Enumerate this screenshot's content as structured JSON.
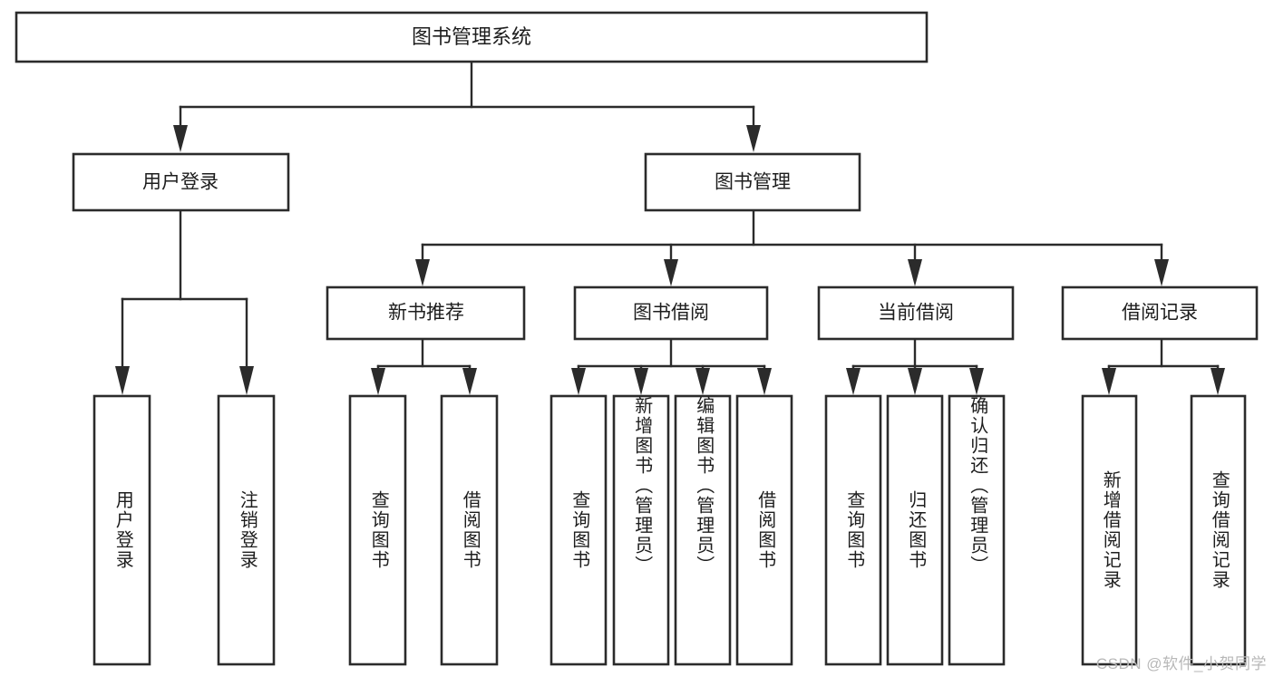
{
  "diagram": {
    "type": "tree-hierarchy-chart",
    "title": "图书管理系统",
    "root": {
      "id": "root",
      "label": "图书管理系统"
    },
    "level2": [
      {
        "id": "user-login",
        "label": "用户登录"
      },
      {
        "id": "book-management",
        "label": "图书管理"
      }
    ],
    "level3": [
      {
        "id": "new-book-recommend",
        "label": "新书推荐"
      },
      {
        "id": "book-borrow",
        "label": "图书借阅"
      },
      {
        "id": "current-borrow",
        "label": "当前借阅"
      },
      {
        "id": "borrow-record",
        "label": "借阅记录"
      }
    ],
    "leaves": {
      "user_login": [
        {
          "id": "leaf-user-login",
          "label": "用户登录"
        },
        {
          "id": "leaf-logout-login",
          "label": "注销登录"
        }
      ],
      "new_book_recommend": [
        {
          "id": "leaf-query-book-1",
          "label": "查询图书"
        },
        {
          "id": "leaf-borrow-book-1",
          "label": "借阅图书"
        }
      ],
      "book_borrow": [
        {
          "id": "leaf-query-book-2",
          "label": "查询图书"
        },
        {
          "id": "leaf-add-book",
          "label": "新增图书（管理员）"
        },
        {
          "id": "leaf-edit-book",
          "label": "编辑图书（管理员）"
        },
        {
          "id": "leaf-borrow-book-2",
          "label": "借阅图书"
        }
      ],
      "current_borrow": [
        {
          "id": "leaf-query-book-3",
          "label": "查询图书"
        },
        {
          "id": "leaf-return-book",
          "label": "归还图书"
        },
        {
          "id": "leaf-confirm-return",
          "label": "确认归还（管理员）"
        }
      ],
      "borrow_record": [
        {
          "id": "leaf-add-record",
          "label": "新增借阅记录"
        },
        {
          "id": "leaf-query-record",
          "label": "查询借阅记录"
        }
      ]
    }
  },
  "watermark": {
    "text": "CSDN @软件_小贺同学"
  },
  "colors": {
    "box_stroke": "#2b2b2b",
    "box_fill": "#ffffff",
    "connector": "#2b2b2b",
    "text": "#1d1d1d",
    "watermark": "#b8b8b8",
    "background": "#ffffff"
  }
}
